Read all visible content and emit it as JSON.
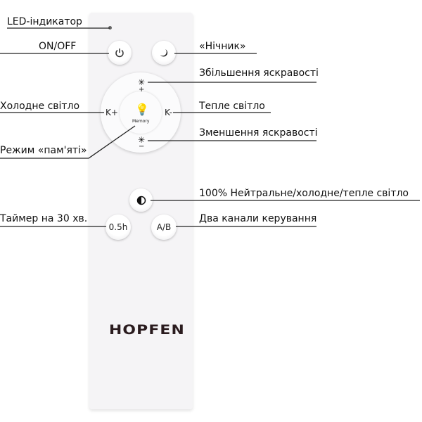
{
  "remote": {
    "brand": "HOPFEN",
    "buttons": {
      "power": "power-icon",
      "night": "moon-icon",
      "brightness_up": "+",
      "brightness_down": "−",
      "cool": "K+",
      "warm": "K-",
      "memory": "Memory",
      "neutral": "half-circle-icon",
      "timer": "0.5h",
      "channel": "A/B"
    }
  },
  "labels": {
    "led": "LED-індикатор",
    "onoff": "ON/OFF",
    "night": "«Нічник»",
    "bright_up": "Збільшення яскравості",
    "cool": "Холодне світло",
    "warm": "Тепле світло",
    "bright_down": "Зменшення яскравості",
    "memory": "Режим «пам'яті»",
    "neutral": "100% Нейтральне/холодне/тепле світло",
    "timer": "Таймер на 30 хв.",
    "channel": "Два канали керування"
  }
}
